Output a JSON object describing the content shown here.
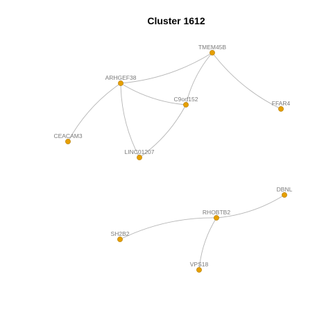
{
  "title": "Cluster 1612",
  "colors": {
    "node": "#E69F00",
    "edge": "#B5B5B5",
    "label": "#7A7A7A"
  },
  "nodes": [
    {
      "id": "TMEM45B",
      "label": "TMEM45B"
    },
    {
      "id": "ARHGEF38",
      "label": "ARHGEF38"
    },
    {
      "id": "C9orf152",
      "label": "C9orf152"
    },
    {
      "id": "FFAR4",
      "label": "FFAR4"
    },
    {
      "id": "CEACAM3",
      "label": "CEACAM3"
    },
    {
      "id": "LINC01207",
      "label": "LINC01207"
    },
    {
      "id": "DBNL",
      "label": "DBNL"
    },
    {
      "id": "RHOBTB2",
      "label": "RHOBTB2"
    },
    {
      "id": "SH2B2",
      "label": "SH2B2"
    },
    {
      "id": "VPS18",
      "label": "VPS18"
    }
  ],
  "edges": [
    {
      "source": "ARHGEF38",
      "target": "TMEM45B"
    },
    {
      "source": "TMEM45B",
      "target": "C9orf152"
    },
    {
      "source": "TMEM45B",
      "target": "FFAR4"
    },
    {
      "source": "ARHGEF38",
      "target": "C9orf152"
    },
    {
      "source": "ARHGEF38",
      "target": "CEACAM3"
    },
    {
      "source": "ARHGEF38",
      "target": "LINC01207"
    },
    {
      "source": "LINC01207",
      "target": "C9orf152"
    },
    {
      "source": "RHOBTB2",
      "target": "DBNL"
    },
    {
      "source": "RHOBTB2",
      "target": "SH2B2"
    },
    {
      "source": "RHOBTB2",
      "target": "VPS18"
    }
  ]
}
